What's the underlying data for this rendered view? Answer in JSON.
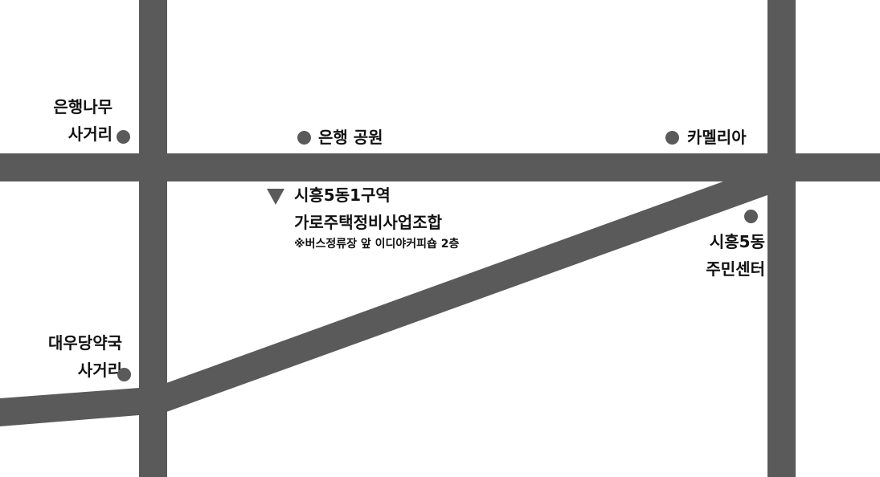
{
  "map": {
    "road_color": "#5a5a5a",
    "background": "#ffffff",
    "landmarks": {
      "ginkgo_intersection": {
        "line1": "은행나무",
        "line2": "사거리"
      },
      "ginkgo_park": {
        "label": "은행 공원"
      },
      "camellia": {
        "label": "카멜리아"
      },
      "community_center": {
        "line1": "시흥5동",
        "line2": "주민센터"
      },
      "daewoodang_intersection": {
        "line1": "대우당약국",
        "line2": "사거리"
      }
    },
    "destination": {
      "line1": "시흥5동1구역",
      "line2": "가로주택정비사업조합",
      "note": "※버스정류장 앞 이디야커피숍 2층",
      "marker_icon": "triangle-down-icon"
    }
  }
}
